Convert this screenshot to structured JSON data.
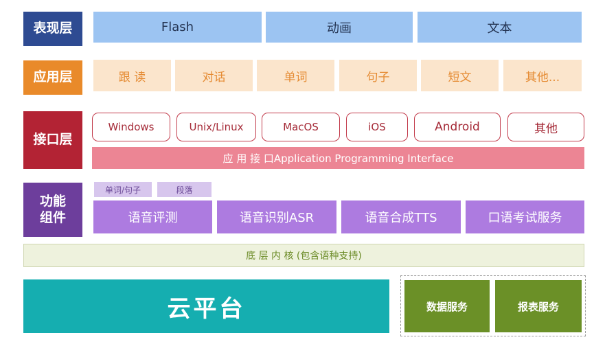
{
  "layers": {
    "presentation": {
      "label": "表现层",
      "items": [
        "Flash",
        "动画",
        "文本"
      ]
    },
    "application": {
      "label": "应用层",
      "items": [
        "跟 读",
        "对话",
        "单词",
        "句子",
        "短文",
        "其他..."
      ]
    },
    "interface": {
      "label": "接口层",
      "items": [
        "Windows",
        "Unix/Linux",
        "MacOS",
        "iOS",
        "Android",
        "其他"
      ],
      "api_bar": "应 用 接 口Application Programming Interface"
    },
    "functional": {
      "label_line1": "功能",
      "label_line2": "组件",
      "tags": [
        "单词/句子",
        "段落"
      ],
      "items": [
        "语音评测",
        "语音识别ASR",
        "语音合成TTS",
        "口语考试服务"
      ]
    },
    "kernel": {
      "label": "底 层 内 核 (包含语种支持)"
    },
    "cloud": {
      "label": "云平台",
      "services": [
        "数据服务",
        "报表服务"
      ]
    }
  },
  "colors": {
    "presentation_label": "#2e4b92",
    "application_label": "#e98a2a",
    "interface_label": "#b32334",
    "functional_label": "#6d3e9c",
    "presentation_cell": "#9cc4f2",
    "application_cell": "#fbe5cc",
    "api_bar": "#ec8594",
    "functional_cell": "#ad7be0",
    "kernel": "#eef2dd",
    "cloud": "#15aeb0",
    "service": "#6b9027"
  }
}
